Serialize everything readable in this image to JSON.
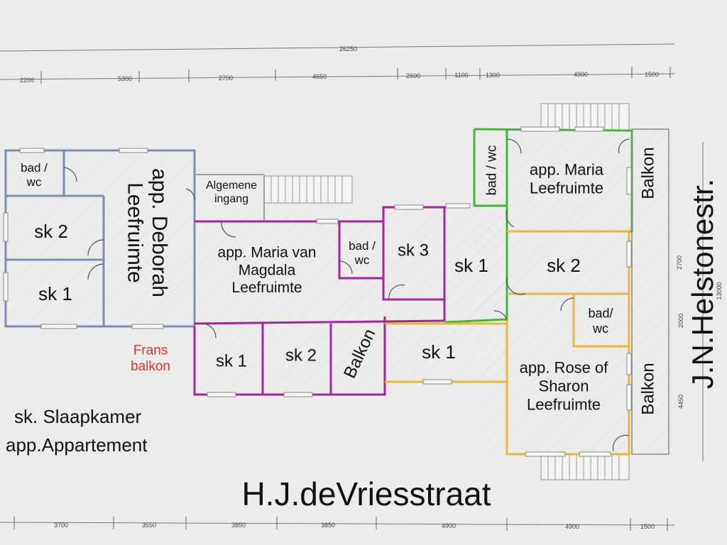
{
  "dimensions": {
    "top_total": "26250",
    "top_segments": [
      "2200",
      "5300",
      "2700",
      "4650",
      "2600",
      "1100",
      "1300",
      "4900",
      "1500"
    ],
    "bottom_segments": [
      "3700",
      "3550",
      "3850",
      "3850",
      "4900",
      "4900",
      "1500"
    ],
    "right_side": [
      "2700",
      "13000",
      "2000",
      "4450"
    ]
  },
  "units": {
    "deborah": {
      "name": "app. Deborah\nLeefruimte",
      "bath": "bad /\nwc",
      "bedroom_2": "sk 2",
      "bedroom_1": "sk 1"
    },
    "entrance": "Algemene\ningang",
    "magdala": {
      "name": "app. Maria van\nMagdala\nLeefruimte",
      "bath": "bad /\nwc",
      "bedroom_3": "sk 3",
      "bedroom_1": "sk 1",
      "bedroom_2": "sk 2",
      "balcony": "Balkon"
    },
    "maria": {
      "name": "app. Maria\nLeefruimte",
      "bath": "bad / wc",
      "bedroom_1": "sk 1",
      "balcony": "Balkon"
    },
    "rose": {
      "name": "app. Rose of\nSharon\nLeefruimte",
      "bath": "bad/\nwc",
      "bedroom_2": "sk 2",
      "bedroom_1": "sk 1",
      "balcony": "Balkon"
    }
  },
  "french_balcony": "Frans\nbalkon",
  "legend": {
    "sk": "sk. Slaapkamer",
    "app": "app.Appartement"
  },
  "streets": {
    "bottom": "H.J.deVriesstraat",
    "right": "J.N.Helstonestr."
  },
  "colors": {
    "deborah": "#7b8db4",
    "magdala": "#a2259c",
    "maria": "#43b53b",
    "rose": "#e7b83a",
    "french_balcony": "#e0362d"
  }
}
